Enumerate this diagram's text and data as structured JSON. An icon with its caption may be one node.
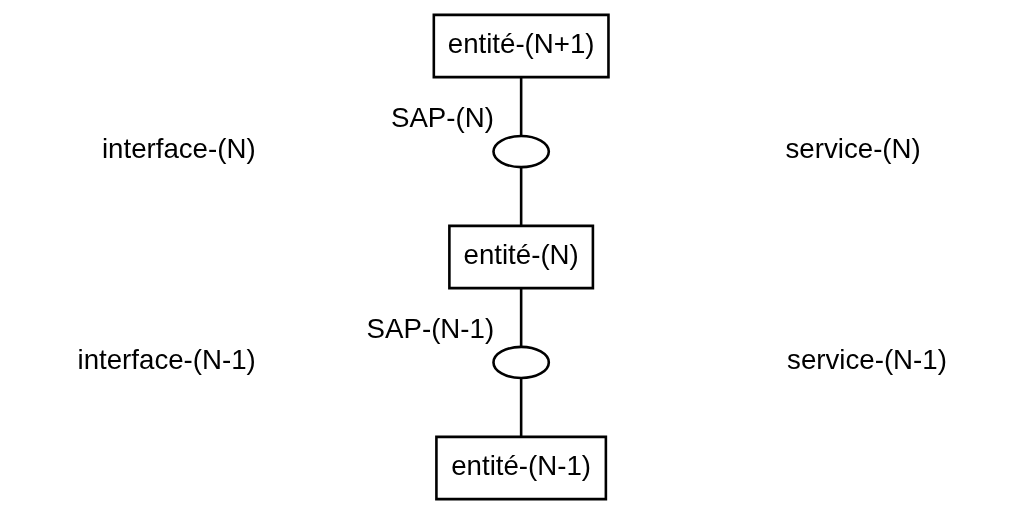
{
  "diagram": {
    "nodes": [
      {
        "text": [
          "entité-(N+1)"
        ]
      },
      {
        "text": [],
        "shape": "ellipse",
        "beside": [
          "SAP-(N)"
        ]
      },
      {
        "text": [
          "entité-(N)"
        ]
      },
      {
        "text": [],
        "shape": "ellipse",
        "beside": [
          "SAP-(N-1)"
        ]
      },
      {
        "text": [
          "entité-(N-1)"
        ]
      }
    ],
    "edges": [
      {
        "from": 0,
        "to": 1,
        "arrow": "none"
      },
      {
        "from": 1,
        "to": 2,
        "arrow": "none"
      },
      {
        "from": 2,
        "to": 3,
        "arrow": "none"
      },
      {
        "from": 3,
        "to": 4,
        "arrow": "none"
      }
    ],
    "labels": [
      "interface-(N)",
      "service-(N)",
      "interface-(N-1)",
      "service-(N-1)"
    ]
  }
}
